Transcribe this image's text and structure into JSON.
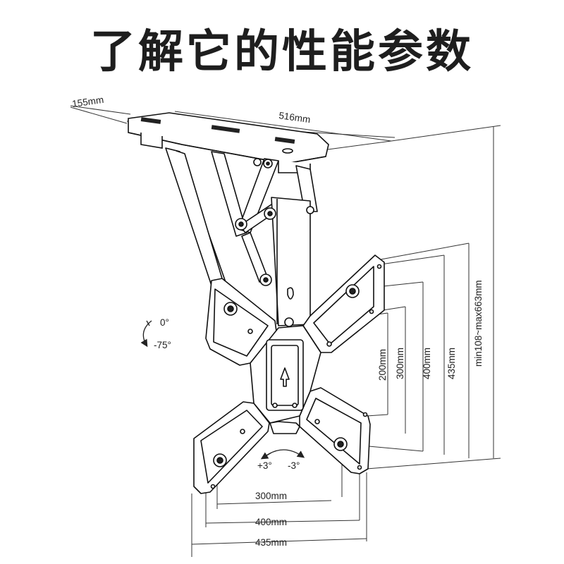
{
  "title": "了解它的性能参数",
  "dimensions": {
    "depth": "155mm",
    "width": "516mm",
    "height_range": "min108~max663mm",
    "vesa_v_200": "200mm",
    "vesa_v_300": "300mm",
    "vesa_v_400": "400mm",
    "plate_height": "435mm",
    "vesa_h_300": "300mm",
    "vesa_h_400": "400mm",
    "plate_width": "435mm"
  },
  "tilt": {
    "top": "0°",
    "bottom": "-75°"
  },
  "swivel": {
    "left": "+3°",
    "right": "-3°"
  }
}
